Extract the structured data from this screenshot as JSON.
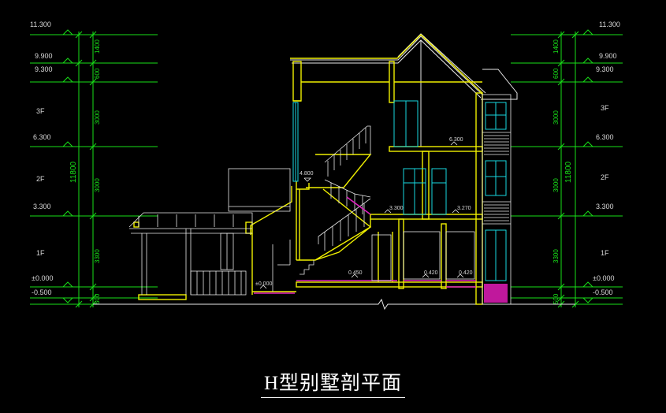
{
  "title": "H型别墅剖平面",
  "elevations": {
    "e1": "11.300",
    "e2": "9.900",
    "e3": "9.300",
    "e4": "6.300",
    "e5": "3.300",
    "e6": "±0.000",
    "e7": "-0.500"
  },
  "floors": {
    "f3": "3F",
    "f2": "2F",
    "f1": "1F"
  },
  "dims": {
    "d1400": "1400",
    "d600": "600",
    "d3000a": "3000",
    "d3000b": "3000",
    "d3300": "3300",
    "d500": "500",
    "total": "11800"
  },
  "inner_levels": {
    "l1": "4.800",
    "l2": "6.300",
    "l3": "3.300",
    "l4": "3.270",
    "l5": "±0.000",
    "l6": "0.450",
    "l7": "0.420",
    "l8": "0.420"
  },
  "colors": {
    "wall": "#f0f000",
    "line": "#e8e8e8",
    "glass": "#18d8e0",
    "dim": "#18e018",
    "accent": "#e020c0"
  }
}
